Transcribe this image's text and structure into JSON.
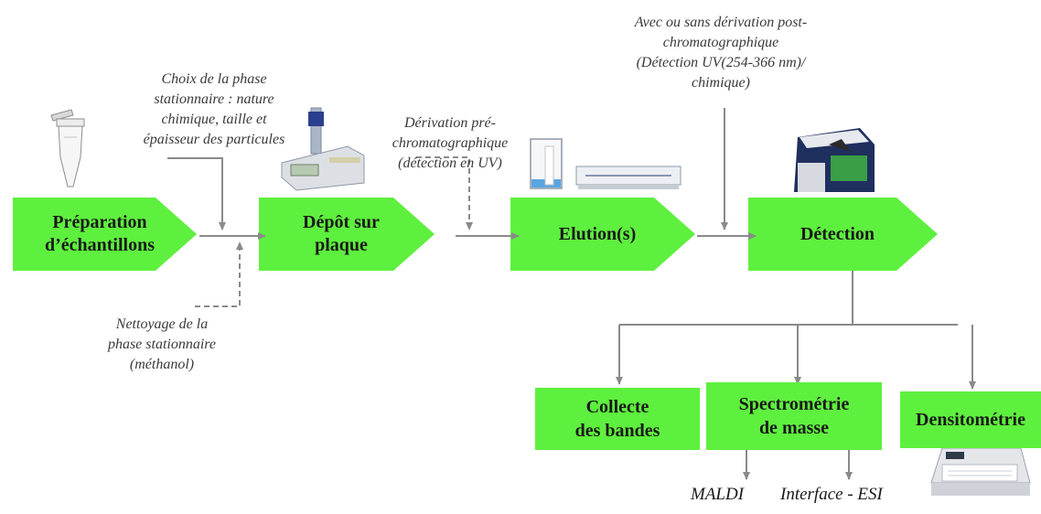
{
  "steps": [
    {
      "id": "preparation",
      "label": "Préparation\nd’échantillons"
    },
    {
      "id": "depot",
      "label": "Dépôt sur\nplaque"
    },
    {
      "id": "elution",
      "label": "Elution(s)"
    },
    {
      "id": "detection",
      "label": "Détection"
    }
  ],
  "notes": {
    "stationary_phase_choice": "Choix de la phase\nstationnaire : nature\nchimique, taille et\népaisseur des particules",
    "stationary_phase_cleaning": "Nettoyage de la\nphase stationnaire\n(méthanol)",
    "pre_derivation": "Dérivation pré-\nchromatographique\n(détection en UV)",
    "post_derivation": "Avec ou sans dérivation post-\nchromatographique\n(Détection UV(254-366 nm)/\nchimique)"
  },
  "outputs": [
    {
      "id": "collecte",
      "label": "Collecte\ndes bandes"
    },
    {
      "id": "spectrometrie",
      "label": "Spectrométrie\nde masse"
    },
    {
      "id": "densitometrie",
      "label": "Densitométrie"
    }
  ],
  "ms_interfaces": [
    "MALDI",
    "Interface - ESI"
  ],
  "icons": [
    "tube-icon",
    "spotter-device-icon",
    "tank-icon",
    "plate-holder-icon",
    "scanner-icon",
    "densitometer-icon"
  ],
  "colors": {
    "step_arrow": "#5ef03e",
    "connector": "#8a8a8a",
    "text": "#1a1a1a",
    "note": "#3a3a3a"
  }
}
